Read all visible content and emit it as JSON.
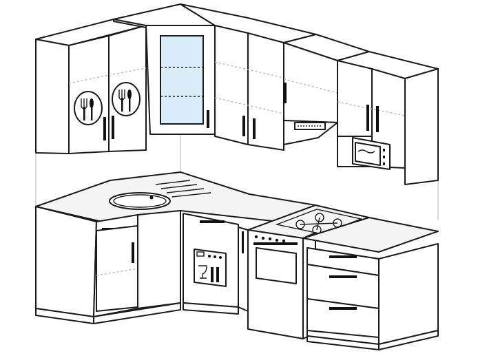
{
  "title": "",
  "colors": {
    "line": "#1a1a1a",
    "fill": "#ffffff",
    "countertop": "#f4f4f4",
    "glass": "#d9ecf7",
    "handle": "#111111",
    "dashed": "#b8b8b8"
  },
  "components": [
    "upper-cabinets-left",
    "corner-glass-cabinet",
    "upper-cabinets-right",
    "range-hood",
    "microwave",
    "sink",
    "dishwasher",
    "oven",
    "gas-hob",
    "drawer-unit"
  ],
  "icons": [
    "cutlery-icon",
    "dishwasher-icon",
    "hob-burners-icon",
    "microwave-icon"
  ]
}
